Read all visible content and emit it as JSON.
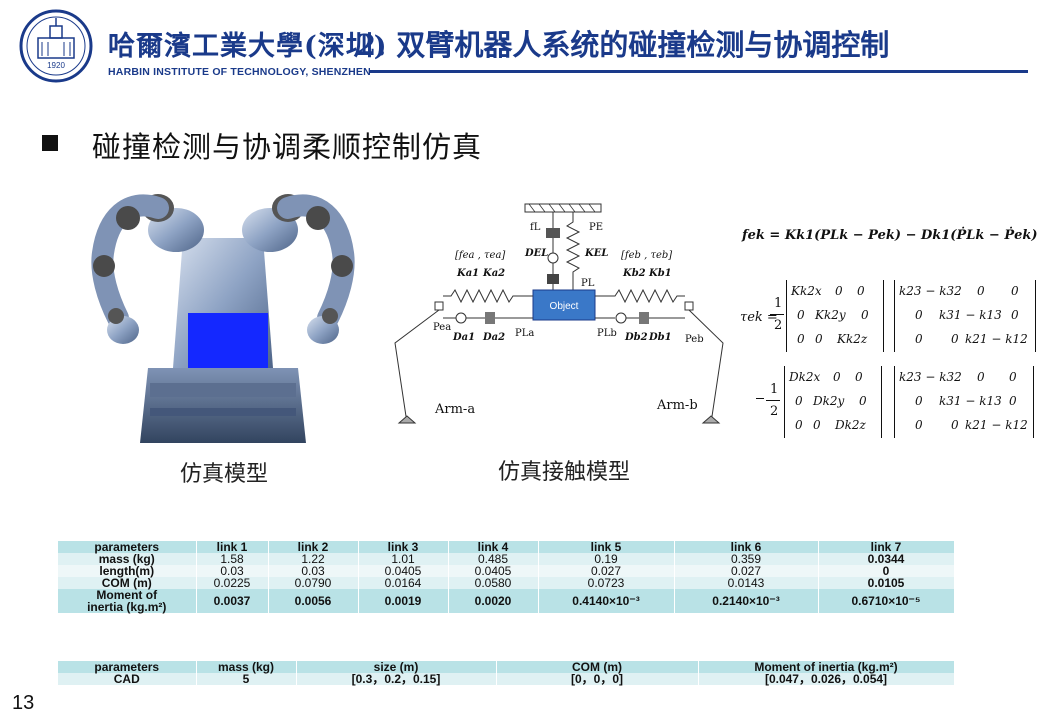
{
  "header": {
    "university_cn": "哈爾濱工業大學(深圳)",
    "university_en": "HARBIN INSTITUTE OF TECHNOLOGY, SHENZHEN",
    "seal_year": "1920",
    "slide_title": "2. 双臂机器人系统的碰撞检测与协调控制"
  },
  "section": {
    "title": "碰撞检测与协调柔顺控制仿真"
  },
  "captions": {
    "sim_model": "仿真模型",
    "contact_model": "仿真接触模型"
  },
  "contact_diagram": {
    "object": "Object",
    "arm_a": "Arm-a",
    "arm_b": "Arm-b",
    "fL": "fL",
    "PE": "PE",
    "DEL": "DEL",
    "KEL": "KEL",
    "PL": "PL",
    "fa_tau": "[fea , τea]",
    "fb_tau": "[feb , τeb]",
    "Ka1": "Ka1",
    "Ka2": "Ka2",
    "Kb2": "Kb2",
    "Kb1": "Kb1",
    "Pea": "Pea",
    "Da1": "Da1",
    "Da2": "Da2",
    "PLa": "PLa",
    "PLb": "PLb",
    "Db2": "Db2",
    "Db1": "Db1",
    "Peb": "Peb"
  },
  "equations": {
    "force_eq": "fek = Kk1(PLk − Pek) − Dk1(ṖLk − Ṗek)",
    "tau_lhs": "τek =",
    "half": "1",
    "two": "2",
    "K_matrix": [
      [
        "Kk2x",
        "0",
        "0"
      ],
      [
        "0",
        "Kk2y",
        "0"
      ],
      [
        "0",
        "0",
        "Kk2z"
      ]
    ],
    "D_matrix": [
      [
        "Dk2x",
        "0",
        "0"
      ],
      [
        "0",
        "Dk2y",
        "0"
      ],
      [
        "0",
        "0",
        "Dk2z"
      ]
    ],
    "k_matrix": [
      [
        "k23 − k32",
        "0",
        "0"
      ],
      [
        "0",
        "k31 − k13",
        "0"
      ],
      [
        "0",
        "0",
        "k21 − k12"
      ]
    ]
  },
  "table1": {
    "headers": [
      "parameters",
      "link 1",
      "link 2",
      "link 3",
      "link 4",
      "link 5",
      "link 6",
      "link 7"
    ],
    "rows": [
      [
        "mass (kg)",
        "1.58",
        "1.22",
        "1.01",
        "0.485",
        "0.19",
        "0.359",
        "0.0344"
      ],
      [
        "length(m)",
        "0.03",
        "0.03",
        "0.0405",
        "0.0405",
        "0.027",
        "0.027",
        "0"
      ],
      [
        "COM (m)",
        "0.0225",
        "0.0790",
        "0.0164",
        "0.0580",
        "0.0723",
        "0.0143",
        "0.0105"
      ]
    ],
    "inertia_label_1": "Moment of",
    "inertia_label_2": "inertia (kg.m²)",
    "inertia_values": [
      "0.0037",
      "0.0056",
      "0.0019",
      "0.0020",
      "0.4140×10⁻³",
      "0.2140×10⁻³",
      "0.6710×10⁻⁵"
    ]
  },
  "table2": {
    "headers": [
      "parameters",
      "mass (kg)",
      "size (m)",
      "COM (m)",
      "Moment of inertia (kg.m²)"
    ],
    "row": [
      "CAD",
      "5",
      "[0.3，0.2，0.15]",
      "[0，0，0]",
      "[0.047，0.026，0.054]"
    ]
  },
  "page_number": "13",
  "colors": {
    "brand_blue": "#1a3a8a",
    "table_header": "#b9e2e6",
    "table_row": "#dff1f3",
    "object_blue": "#3a78c8"
  }
}
